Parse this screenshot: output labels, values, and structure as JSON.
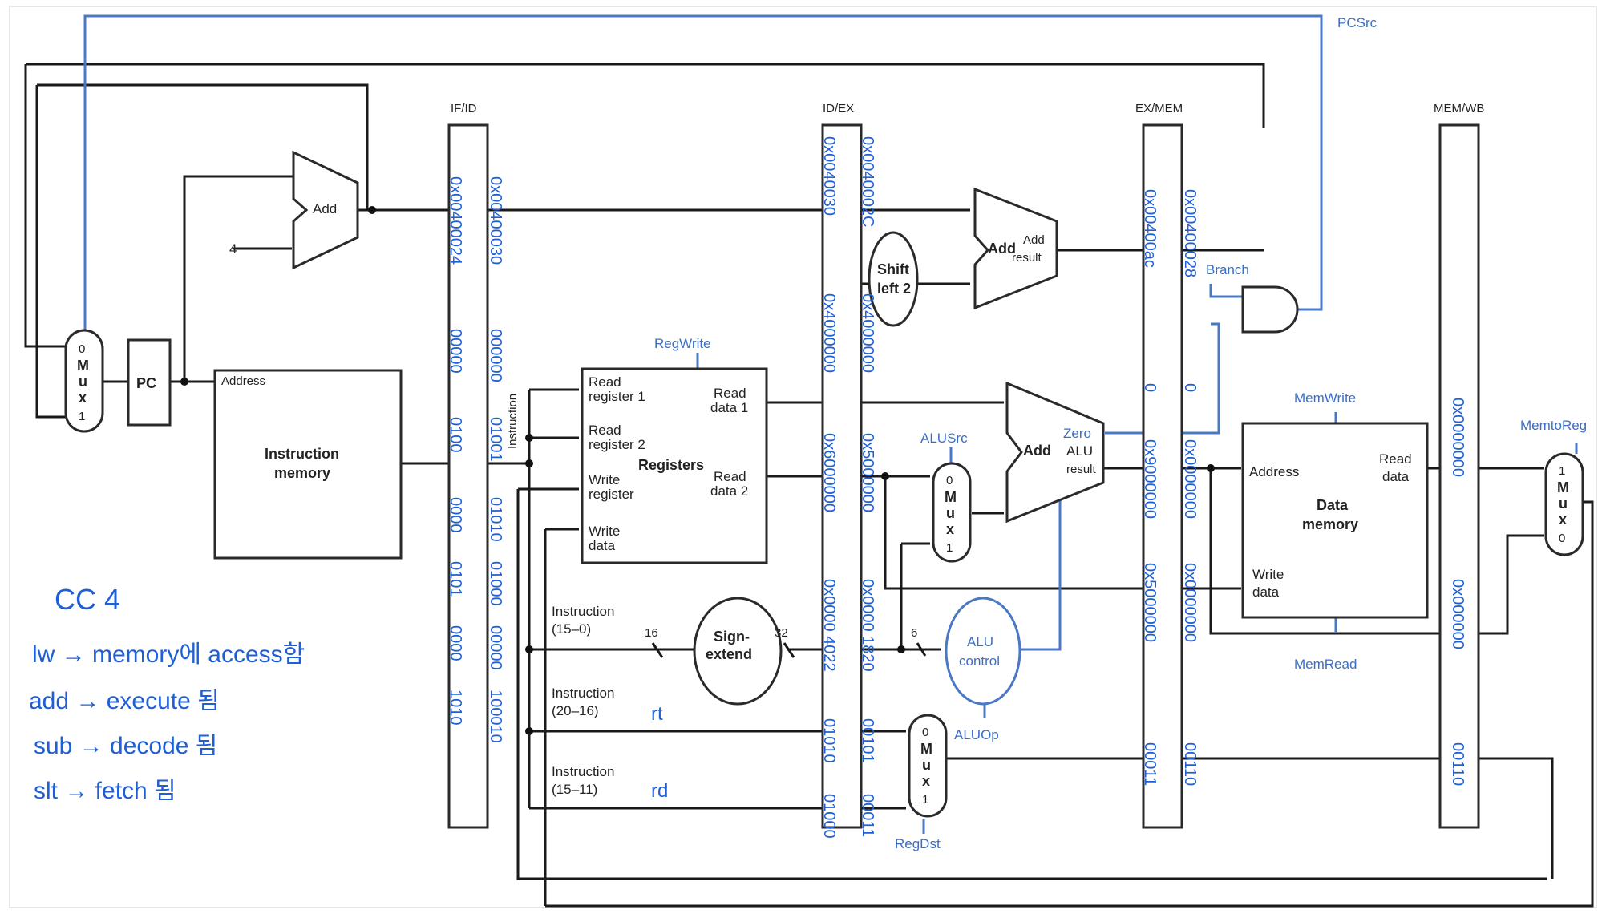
{
  "pipeline_registers": [
    "IF/ID",
    "ID/EX",
    "EX/MEM",
    "MEM/WB"
  ],
  "components": {
    "pc": "PC",
    "add_if": "Add",
    "const_four": "4",
    "instruction_memory": [
      "Instruction",
      "memory"
    ],
    "address": "Address",
    "mux_pc": [
      "0",
      "M",
      "u",
      "x",
      "1"
    ],
    "registers": {
      "read_register_1": [
        "Read",
        "register 1"
      ],
      "read_register_2": [
        "Read",
        "register 2"
      ],
      "write_register": [
        "Write",
        "register"
      ],
      "write_data": [
        "Write",
        "data"
      ],
      "title": "Registers",
      "read_data_1": [
        "Read",
        "data 1"
      ],
      "read_data_2": [
        "Read",
        "data 2"
      ]
    },
    "sign_extend": [
      "Sign-",
      "extend"
    ],
    "bits_16": "16",
    "bits_32": "32",
    "shift_left": [
      "Shift",
      "left 2"
    ],
    "add_branch": "Add",
    "add_result": [
      "Add",
      "result"
    ],
    "alu_add": "Add",
    "alu_zero": "Zero",
    "alu_result": [
      "ALU",
      "result"
    ],
    "mux_alusrc": [
      "0",
      "M",
      "u",
      "x",
      "1"
    ],
    "alu_control": [
      "ALU",
      "control"
    ],
    "bits_6": "6",
    "mux_regdst": [
      "0",
      "M",
      "u",
      "x",
      "1"
    ],
    "data_memory": {
      "address": "Address",
      "read_data": [
        "Read",
        "data"
      ],
      "title": [
        "Data",
        "memory"
      ],
      "write_data": [
        "Write",
        "data"
      ]
    },
    "mux_wb": [
      "1",
      "M",
      "u",
      "x",
      "0"
    ],
    "instr_15_0": [
      "Instruction",
      "(15–0)"
    ],
    "instr_20_16": [
      "Instruction",
      "(20–16)"
    ],
    "instr_15_11": [
      "Instruction",
      "(15–11)"
    ],
    "instruction_vertical": "Instruction"
  },
  "control_signals": {
    "pcsrc": "PCSrc",
    "regwrite": "RegWrite",
    "branch": "Branch",
    "memwrite": "MemWrite",
    "memread": "MemRead",
    "alusrc": "ALUSrc",
    "aluop": "ALUOp",
    "regdst": "RegDst",
    "memtoreg": "MemtoReg"
  },
  "handwritten": {
    "title": "CC 4",
    "notes": [
      "lw → memory에 access함",
      "add → execute 됨",
      "sub → decode 됨",
      "slt → fetch 됨"
    ],
    "rt": "rt",
    "rd": "rd",
    "ifid_col1": [
      "0x00400024",
      "00000",
      "0100",
      "0000",
      "0101",
      "0000",
      "1010"
    ],
    "ifid_col2": [
      "0x00400030",
      "000000",
      "01001",
      "01010",
      "01000",
      "00000",
      "100010"
    ],
    "idex_col1": [
      "0x0040030",
      "0x4000000",
      "0x6000000",
      "0x0000 4022",
      "01010",
      "01000"
    ],
    "idex_col2": [
      "0x0040002C",
      "0x4000000",
      "0x5000000",
      "0x0000 1820",
      "00101",
      "00011"
    ],
    "exmem_col1": [
      "0x00400ac",
      "0",
      "0x9000000",
      "0x5000000",
      "00011"
    ],
    "exmem_col2": [
      "0x00400028",
      "0",
      "0x0000000",
      "0x0000000",
      "00110"
    ],
    "memwb": [
      "0x0000000",
      "0x000000",
      "00110"
    ]
  }
}
